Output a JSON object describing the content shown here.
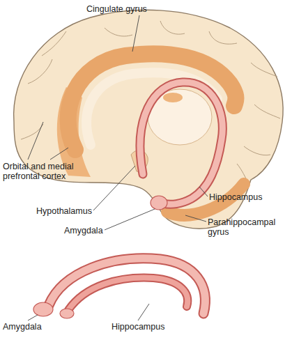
{
  "diagram": {
    "labels": [
      "Cingulate gyrus",
      "Orbital and medial prefrontal cortex",
      "Hippocampus",
      "Hypothalamus",
      "Amygdala",
      "Parahippocampal gyrus",
      "Amygdala",
      "Hippocampus"
    ]
  }
}
